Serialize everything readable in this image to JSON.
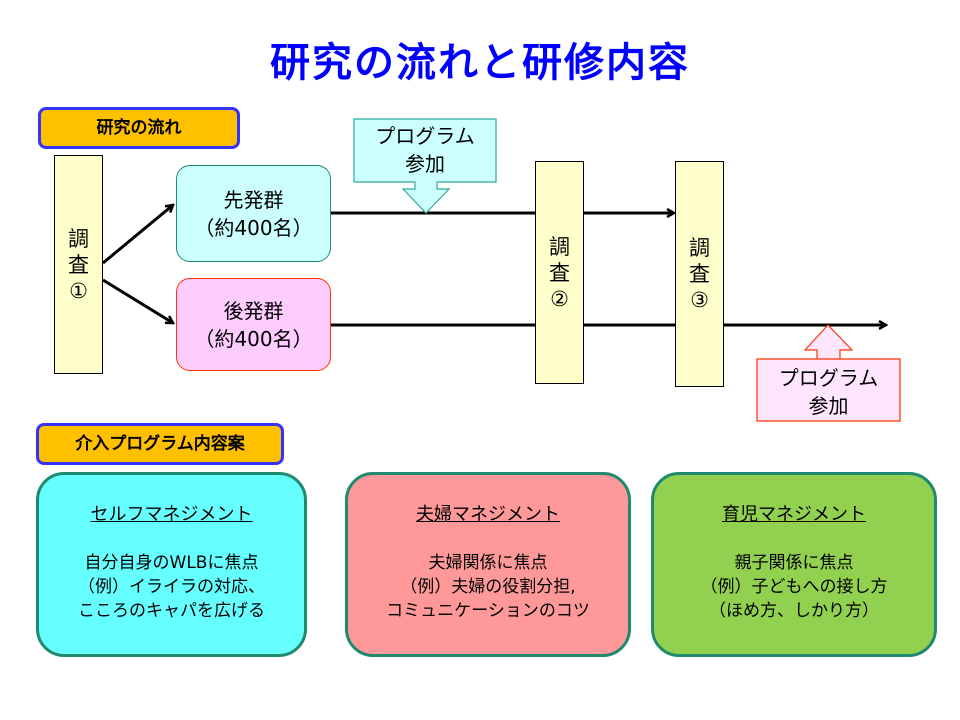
{
  "title": "研究の流れと研修内容",
  "flow_section": {
    "label": "研究の流れ",
    "surveys": [
      {
        "line1": "調",
        "line2": "査",
        "line3": "①"
      },
      {
        "line1": "調",
        "line2": "査",
        "line3": "②"
      },
      {
        "line1": "調",
        "line2": "査",
        "line3": "③"
      }
    ],
    "groups": [
      {
        "name": "先発群",
        "count": "（約400名）",
        "fill": "#ccffff",
        "border": "#1f8a6e"
      },
      {
        "name": "後発群",
        "count": "（約400名）",
        "fill": "#ffccff",
        "border": "#ff3300"
      }
    ],
    "callouts": [
      {
        "line1": "プログラム",
        "line2": "参加",
        "fill": "#ccffff",
        "border": "#33aa99"
      },
      {
        "line1": "プログラム",
        "line2": "参加",
        "fill": "#ffe6ff",
        "border": "#ff3300"
      }
    ]
  },
  "program_section": {
    "label": "介入プログラム内容案",
    "cards": [
      {
        "title": "セルフマネジメント",
        "lines": [
          "自分自身のWLBに焦点",
          "（例）イライラの対応、",
          "こころのキャパを広げる"
        ],
        "fill": "#66ffff"
      },
      {
        "title": "夫婦マネジメント",
        "lines": [
          "夫婦関係に焦点",
          "（例）夫婦の役割分担,",
          "コミュニケーションのコツ"
        ],
        "fill": "#ff9999"
      },
      {
        "title": "育児マネジメント",
        "lines": [
          "親子関係に焦点",
          "（例）子どもへの接し方",
          "（ほめ方、しかり方）"
        ],
        "fill": "#92d050"
      }
    ]
  },
  "colors": {
    "title": "#0000ff",
    "label_fill": "#ffc000",
    "label_border": "#3333ff",
    "survey_fill": "#ffffcc"
  }
}
